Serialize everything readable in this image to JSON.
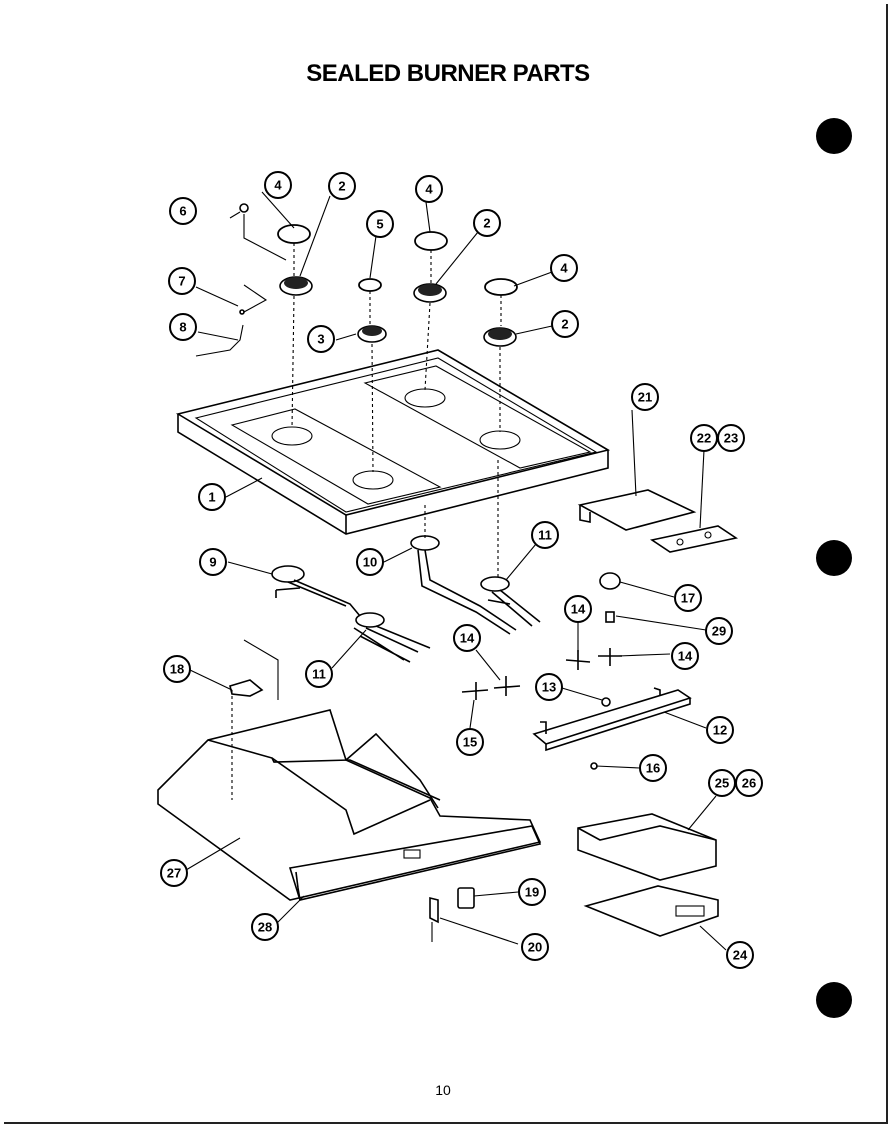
{
  "title": "SEALED BURNER PARTS",
  "page_number": "10",
  "callouts": [
    "1",
    "2",
    "3",
    "4",
    "5",
    "6",
    "7",
    "8",
    "9",
    "10",
    "11",
    "12",
    "13",
    "14",
    "15",
    "16",
    "17",
    "18",
    "19",
    "20",
    "21",
    "22",
    "23",
    "24",
    "25",
    "26",
    "27",
    "28",
    "29"
  ]
}
